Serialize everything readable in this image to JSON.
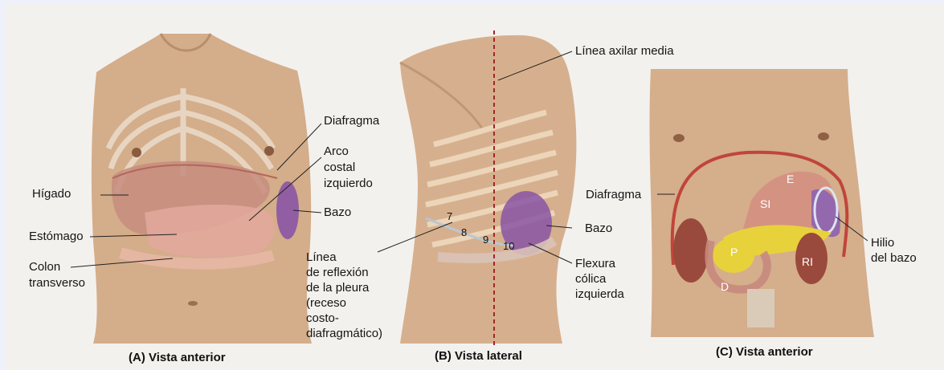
{
  "panel_a": {
    "caption": "(A) Vista anterior",
    "labels": {
      "higado": "Hígado",
      "estomago": "Estómago",
      "colon_1": "Colon",
      "colon_2": "transverso",
      "diafragma": "Diafragma",
      "arco_1": "Arco",
      "arco_2": "costal",
      "arco_3": "izquierdo",
      "bazo": "Bazo"
    }
  },
  "panel_b": {
    "caption": "(B) Vista lateral",
    "labels": {
      "linea_axilar": "Línea axilar media",
      "bazo": "Bazo",
      "linea_1": "Línea",
      "linea_2": "de reflexión",
      "linea_3": "de la pleura",
      "linea_4": "(receso",
      "linea_5": "costo-",
      "linea_6": "diafragmático)",
      "flexura_1": "Flexura",
      "flexura_2": "cólica",
      "flexura_3": "izquierda"
    },
    "rib_numbers": [
      "7",
      "8",
      "9",
      "10"
    ]
  },
  "panel_c": {
    "caption": "(C) Vista anterior",
    "labels": {
      "diafragma": "Diafragma",
      "hilio_1": "Hilio",
      "hilio_2": "del bazo"
    },
    "organ_letters": {
      "e": "E",
      "si": "SI",
      "p": "P",
      "ri": "RI",
      "d": "D"
    }
  },
  "colors": {
    "skin": "#d6b08e",
    "spleen": "#8a55a5",
    "liver": "#c98e80",
    "kidney": "#9a4a3c",
    "pancreas": "#e7d23c",
    "diaphragm": "#c0453a"
  }
}
